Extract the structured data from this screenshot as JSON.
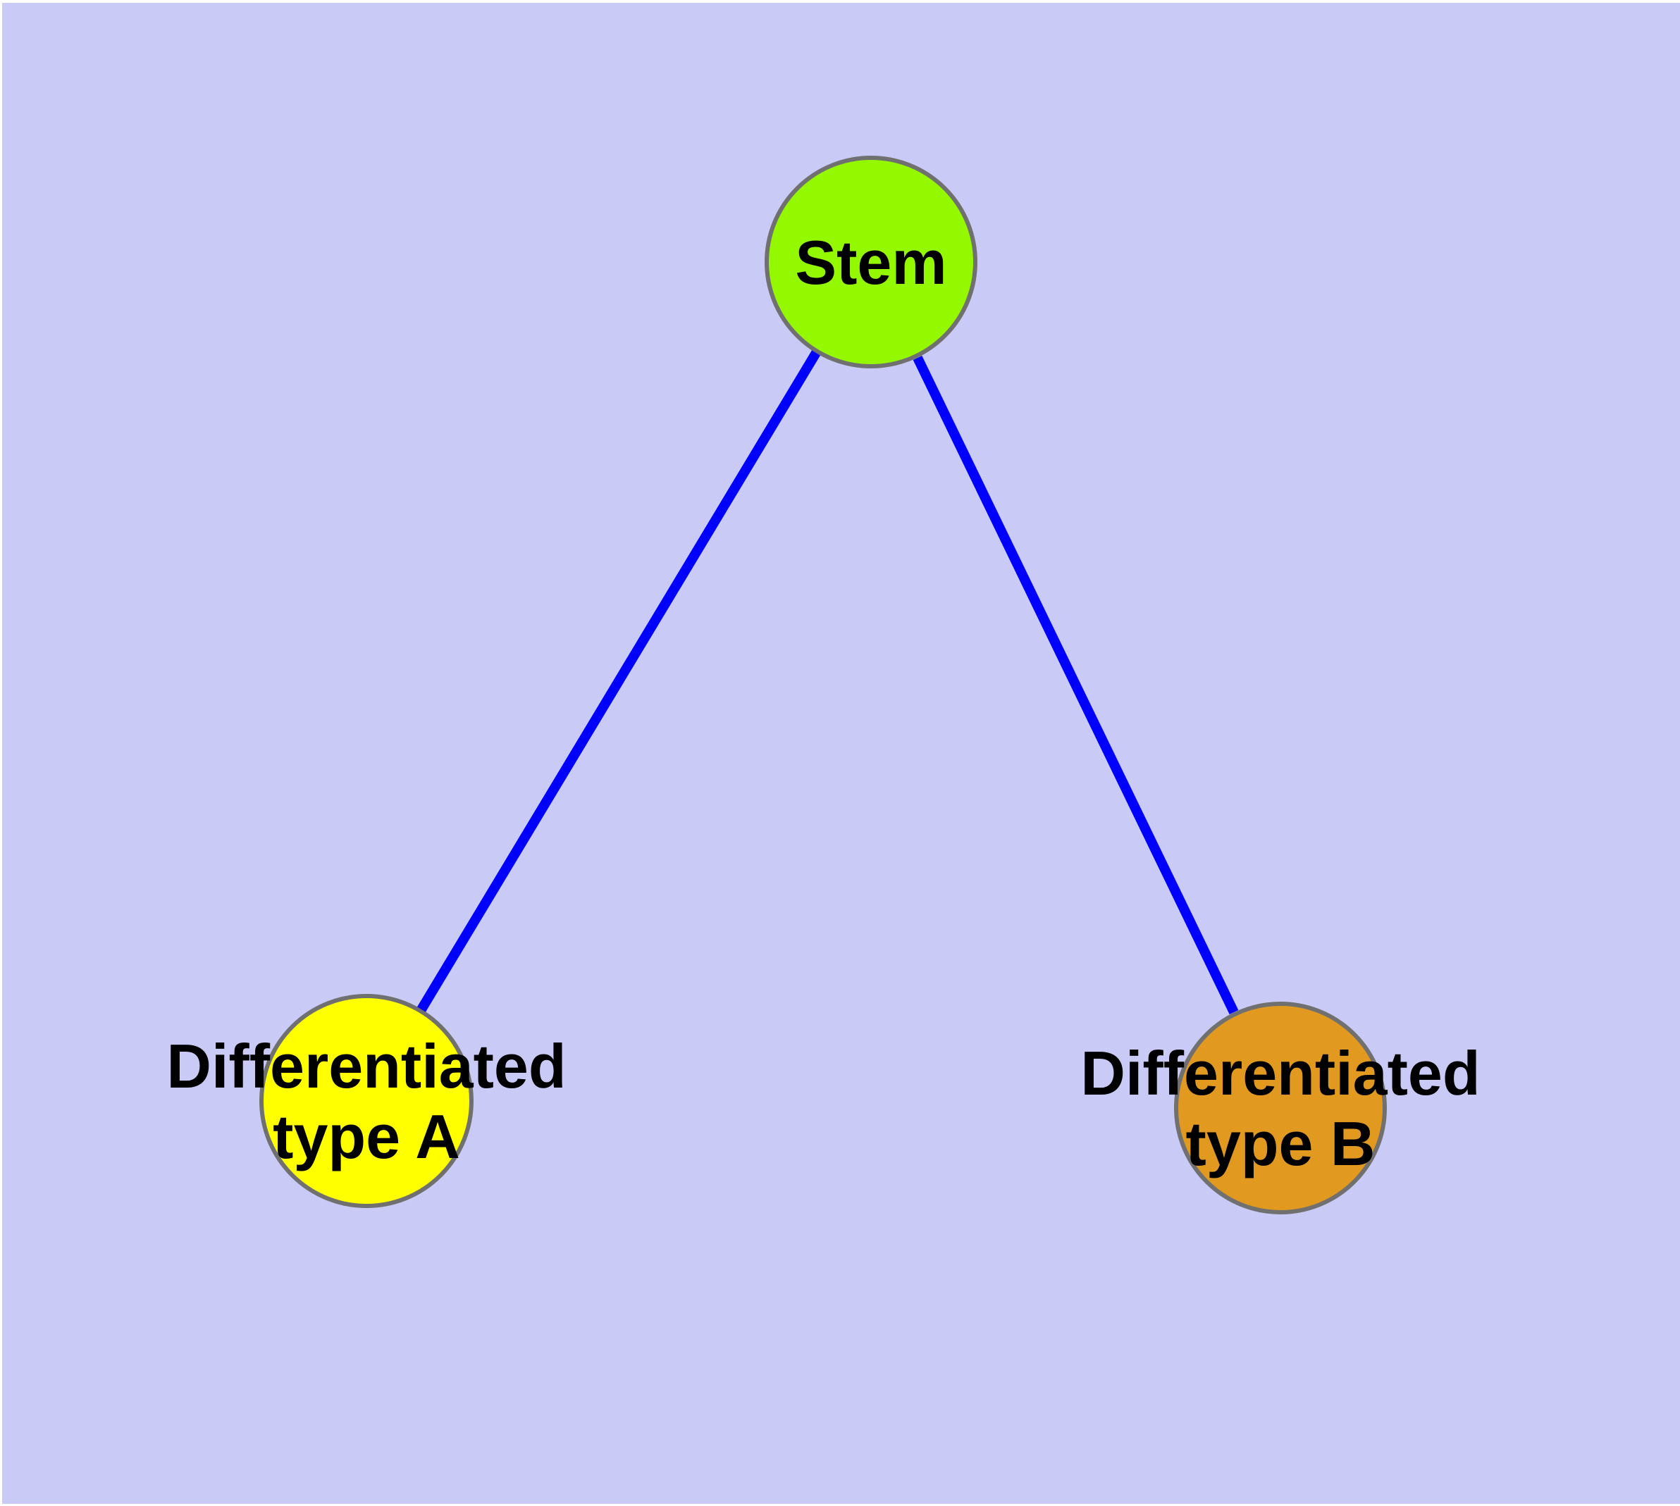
{
  "diagram": {
    "title": "",
    "background_color": "#CACAF7",
    "frame_color": "#FFFFFF",
    "node_border_color": "#707070",
    "edge_color": "#0000FF",
    "label_color": "#000000",
    "nodes": [
      {
        "id": "stem",
        "label_lines": [
          "Stem"
        ],
        "fill": "#94F900"
      },
      {
        "id": "differentiated-a",
        "label_lines": [
          "Differentiated",
          "type A"
        ],
        "fill": "#FFFF00"
      },
      {
        "id": "differentiated-b",
        "label_lines": [
          "Differentiated",
          "type B"
        ],
        "fill": "#E1991F"
      }
    ],
    "edges": [
      {
        "from": "stem",
        "to": "differentiated-a"
      },
      {
        "from": "stem",
        "to": "differentiated-b"
      }
    ]
  }
}
